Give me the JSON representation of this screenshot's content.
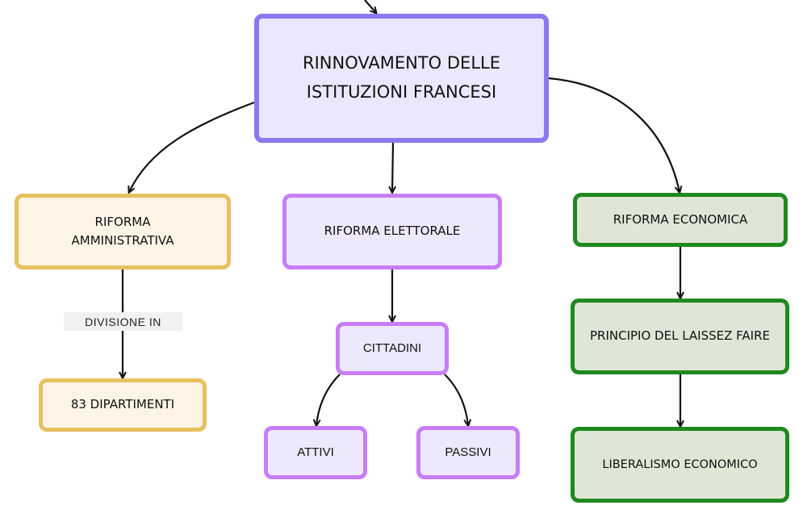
{
  "colors": {
    "main_border": "#8a79f2",
    "main_fill": "#ebe8fd",
    "orange_border": "#e6c15e",
    "orange_fill": "#fef4e6",
    "violet_border": "#c87ef6",
    "violet_fill": "#ede8fb",
    "green_border": "#1e8a1f",
    "green_fill": "#dfe6d5",
    "arrow": "#111111"
  },
  "nodes": {
    "main": "RINNOVAMENTO DELLE ISTITUZIONI FRANCESI",
    "riforma_amministrativa": "RIFORMA AMMINISTRATIVA",
    "dipartimenti": "83 DIPARTIMENTI",
    "riforma_elettorale": "RIFORMA ELETTORALE",
    "cittadini": "CITTADINI",
    "attivi": "ATTIVI",
    "passivi": "PASSIVI",
    "riforma_economica": "RIFORMA ECONOMICA",
    "laissez_faire": "PRINCIPIO DEL LAISSEZ FAIRE",
    "liberalismo": "LIBERALISMO ECONOMICO"
  },
  "edge_labels": {
    "divisione": "DIVISIONE IN"
  }
}
